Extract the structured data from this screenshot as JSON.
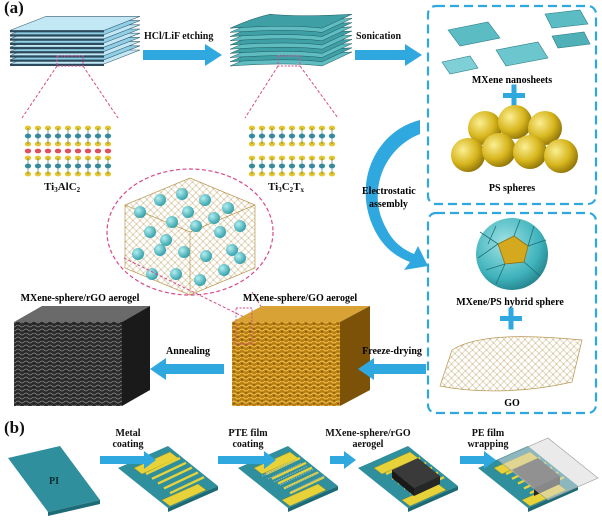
{
  "panel_a": {
    "label": "(a)",
    "steps": {
      "etching": "HCl/LiF etching",
      "sonication": "Sonication",
      "electrostatic": "Electrostatic",
      "assembly": "assembly",
      "annealing": "Annealing",
      "freeze_drying": "Freeze-drying"
    },
    "materials": {
      "max_phase": {
        "base": "Ti",
        "sub1": "3",
        "mid": "AlC",
        "sub2": "2"
      },
      "mxene": {
        "base": "Ti",
        "sub1": "3",
        "mid": "C",
        "sub2": "2",
        "end": "T",
        "sub3": "x"
      },
      "nanosheets": "MXene nanosheets",
      "ps_spheres": "PS spheres",
      "hybrid_sphere": "MXene/PS hybrid sphere",
      "go": "GO",
      "go_aerogel": "MXene-sphere/GO aerogel",
      "rgo_aerogel": "MXene-sphere/rGO aerogel"
    }
  },
  "panel_b": {
    "label": "(b)",
    "substrate": "PI",
    "steps": [
      {
        "line1": "Metal",
        "line2": "coating"
      },
      {
        "line1": "PTE film",
        "line2": "coating"
      },
      {
        "line1": "MXene-sphere/rGO",
        "line2": "aerogel"
      },
      {
        "line1": "PE film",
        "line2": "wrapping"
      }
    ]
  },
  "colors": {
    "arrow": "#2fa8e0",
    "dashed_box": "#2fa8e0",
    "mxene_teal": "#3aa6a6",
    "ps_yellow": "#d9b820",
    "go_gold": "#c99a2e",
    "rgo_dark": "#333333",
    "substrate": "#2f8f9d",
    "electrode": "#e8d23a"
  }
}
